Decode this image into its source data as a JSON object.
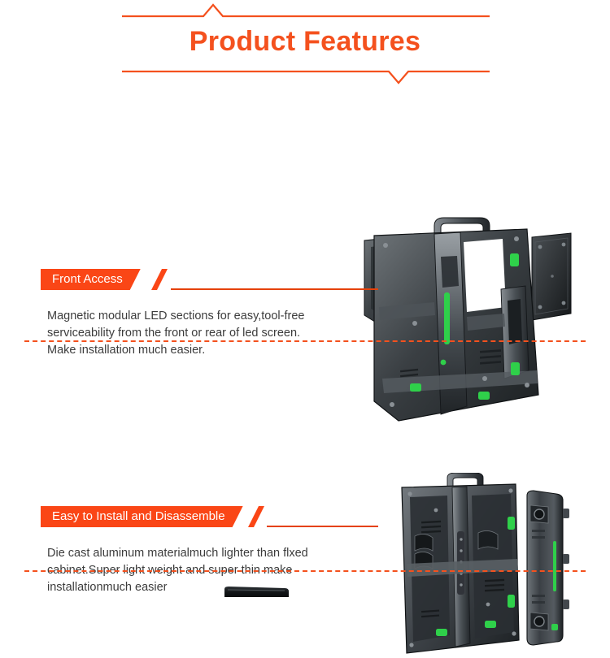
{
  "header": {
    "title": "Product Features",
    "accent_color": "#F4511E",
    "rule_color": "#F4511E",
    "top_rule": "chevron-up-line",
    "bottom_rule": "chevron-down-line"
  },
  "sections": [
    {
      "label": "Front Access",
      "label_banner_color": "#FA4616",
      "label_text_color": "#FFFFFF",
      "body_lines": [
        "Magnetic modular LED sections for easy,tool-free",
        "serviceability from the front or rear of led screen.",
        "Make installation much easier."
      ],
      "image_name": "led-cabinet-rear-with-detached-module"
    },
    {
      "label": "Easy to Install and Disassemble",
      "label_banner_color": "#FA4616",
      "label_text_color": "#FFFFFF",
      "body_lines": [
        "Die cast aluminum materialmuch lighter than flxed",
        "cabinet.Super light weight and super thin make",
        "installationmuch easier"
      ],
      "image_name": "led-cabinet-rear-and-side-profile"
    }
  ],
  "dividers": {
    "color": "#F4511E",
    "style": "dashed",
    "count": 2
  },
  "footer": {
    "partial_image_name": "led-cabinet-third-view-cropped"
  }
}
